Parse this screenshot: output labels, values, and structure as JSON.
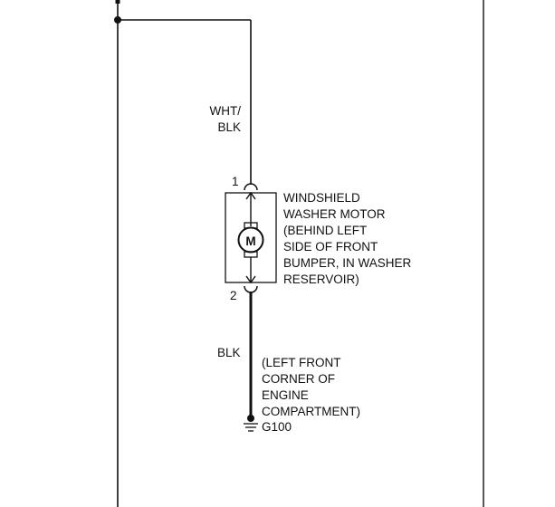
{
  "diagram": {
    "wire_upper": {
      "lines": [
        "WHT/",
        "BLK"
      ]
    },
    "pin_top": "1",
    "pin_bottom": "2",
    "motor": {
      "symbol": "M",
      "lines": [
        "WINDSHIELD",
        "WASHER MOTOR",
        "(BEHIND LEFT",
        "SIDE OF FRONT",
        "BUMPER, IN WASHER",
        "RESERVOIR)"
      ]
    },
    "wire_lower": "BLK",
    "ground_location": {
      "lines": [
        "(LEFT FRONT",
        "CORNER OF",
        "ENGINE",
        "COMPARTMENT)"
      ]
    },
    "ground_id": "G100"
  },
  "colors": {
    "wire": "#111111",
    "background": "#ffffff"
  },
  "icons": [
    "motor-icon",
    "ground-icon",
    "splice-dot-icon"
  ]
}
